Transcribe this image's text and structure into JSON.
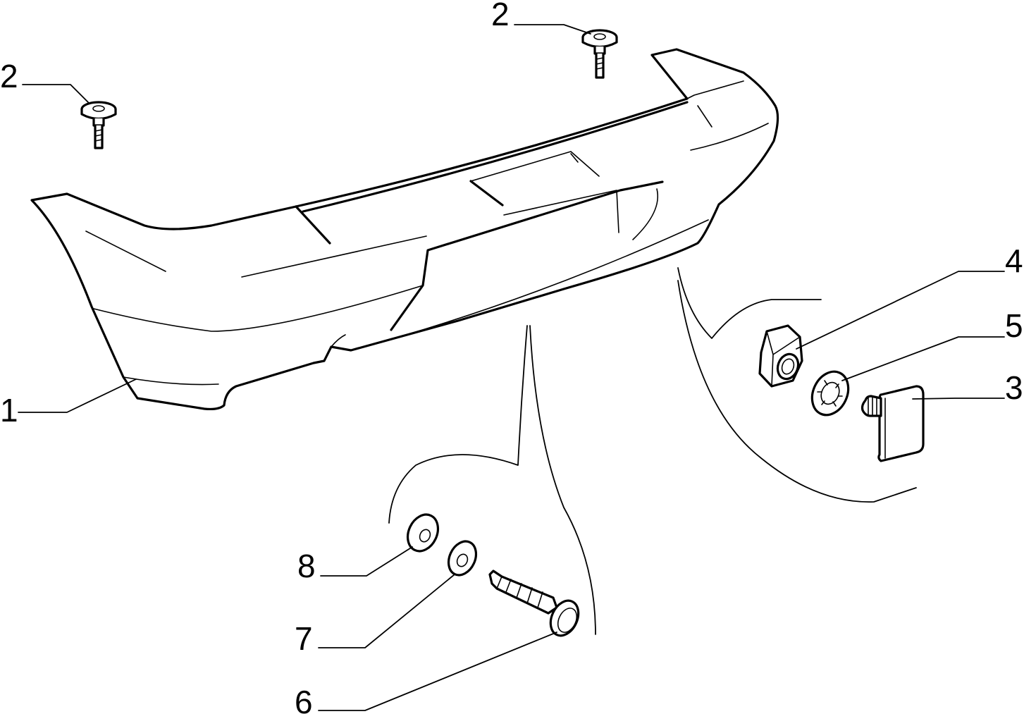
{
  "callouts": [
    {
      "id": "c1",
      "label": "1",
      "part": "bumper"
    },
    {
      "id": "c2a",
      "label": "2",
      "part": "screw"
    },
    {
      "id": "c2b",
      "label": "2",
      "part": "screw"
    },
    {
      "id": "c3",
      "label": "3",
      "part": "stud"
    },
    {
      "id": "c4",
      "label": "4",
      "part": "nut"
    },
    {
      "id": "c5",
      "label": "5",
      "part": "washer"
    },
    {
      "id": "c6",
      "label": "6",
      "part": "bolt"
    },
    {
      "id": "c7",
      "label": "7",
      "part": "washer"
    },
    {
      "id": "c8",
      "label": "8",
      "part": "washer"
    }
  ],
  "colors": {
    "line": "#000000",
    "background": "#ffffff"
  }
}
